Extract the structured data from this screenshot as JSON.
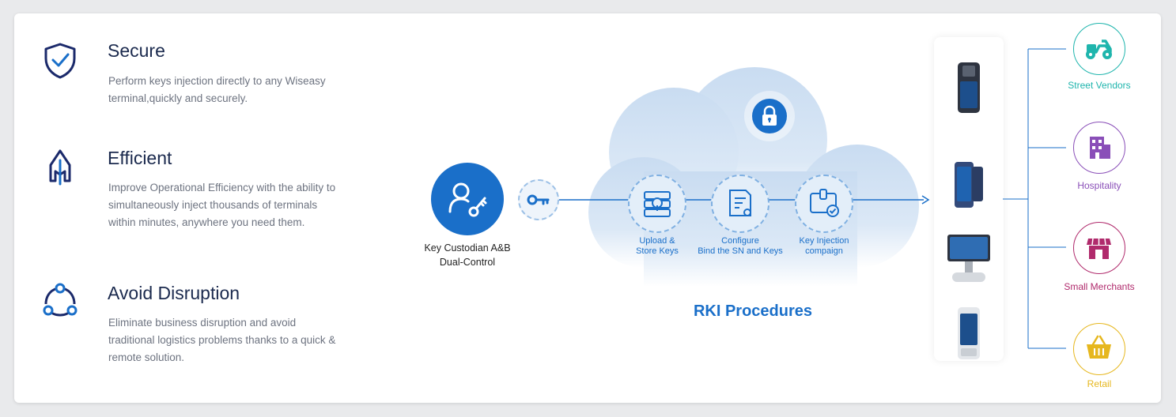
{
  "features": [
    {
      "title": "Secure",
      "description": "Perform keys injection directly to any Wiseasy terminal,quickly and securely.",
      "icon": "shield-check-icon"
    },
    {
      "title": "Efficient",
      "description": "Improve Operational Efficiency with the ability to simultaneously inject thousands of terminals within minutes, anywhere you need them.",
      "icon": "arrow-up-icon"
    },
    {
      "title": "Avoid Disruption",
      "description": "Eliminate business disruption and avoid traditional logistics problems thanks to a quick & remote solution.",
      "icon": "network-cycle-icon"
    }
  ],
  "custodian": {
    "line1": "Key Custodian A&B",
    "line2": "Dual-Control",
    "icon": "user-key-icon",
    "color": "#1a6fc9"
  },
  "cloud": {
    "title": "RKI Procedures",
    "lock_icon": "lock-icon",
    "steps": [
      {
        "line1": "Upload &",
        "line2": "Store Keys",
        "icon": "server-key-icon"
      },
      {
        "line1": "Configure",
        "line2": "Bind the SN and Keys",
        "icon": "document-config-icon"
      },
      {
        "line1": "Key Injection",
        "line2": "compaign",
        "icon": "terminal-check-icon"
      }
    ]
  },
  "devices": [
    "handheld-pos-terminal",
    "smart-phone-terminal",
    "desktop-pos-terminal",
    "smart-pos-terminal"
  ],
  "categories": [
    {
      "label": "Street Vendors",
      "icon": "scooter-icon",
      "color": "#1fb5ad"
    },
    {
      "label": "Hospitality",
      "icon": "building-icon",
      "color": "#8a4fb8"
    },
    {
      "label": "Small Merchants",
      "icon": "shop-icon",
      "color": "#b02a6c"
    },
    {
      "label": "Retail",
      "icon": "basket-icon",
      "color": "#e6b71e"
    }
  ]
}
